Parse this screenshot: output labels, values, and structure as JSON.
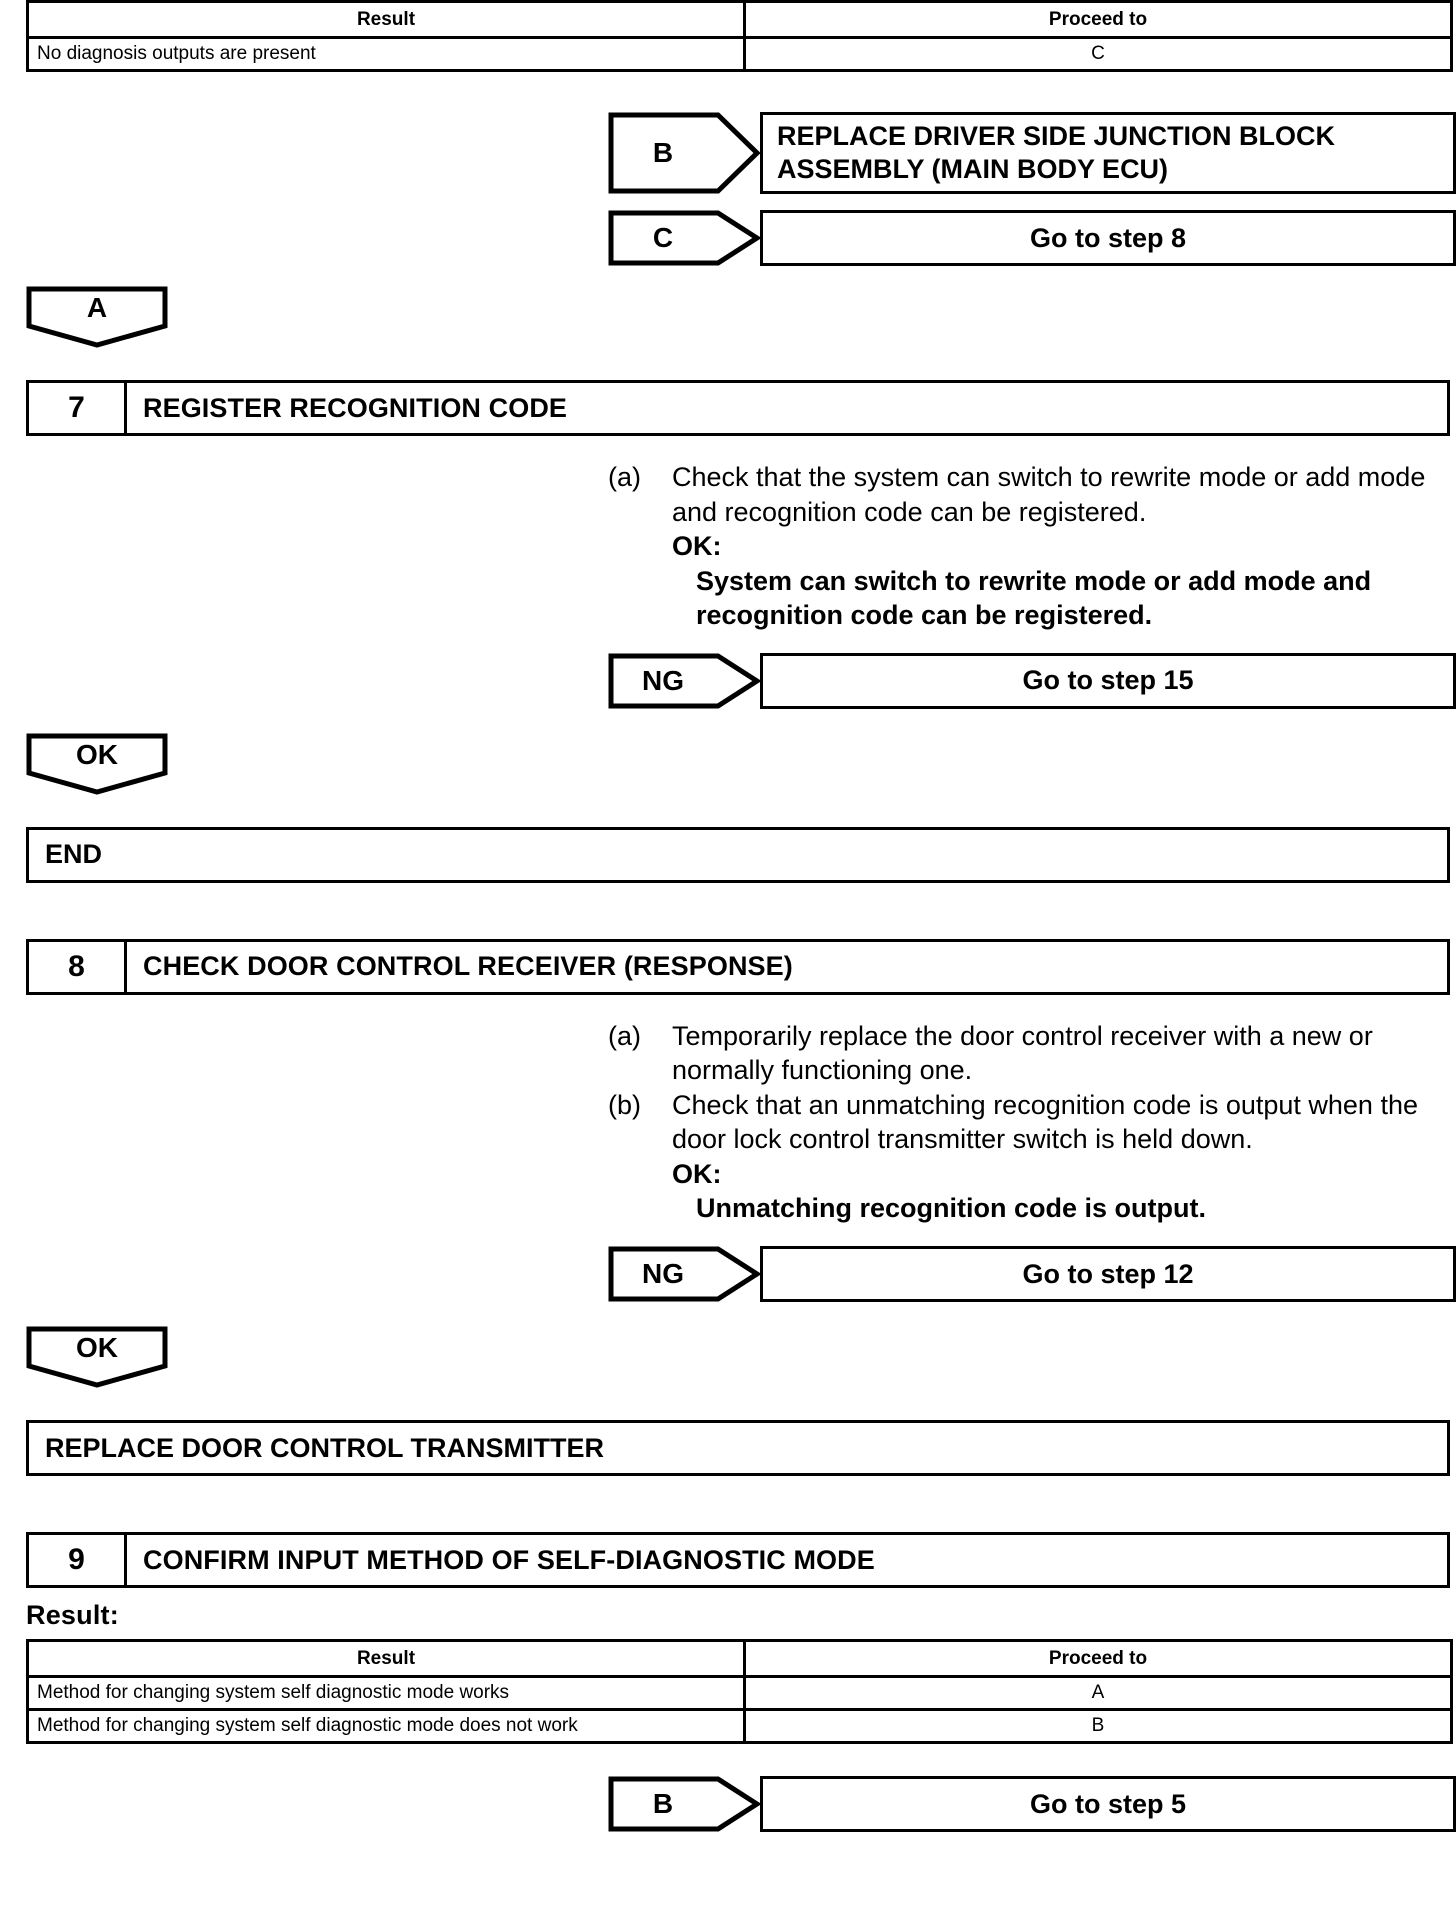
{
  "top_table": {
    "headers": [
      "Result",
      "Proceed to"
    ],
    "rows": [
      {
        "result": "No diagnosis outputs are present",
        "proceed": "C"
      }
    ]
  },
  "branch_b_top": {
    "tag": "B",
    "target_line1": "REPLACE DRIVER SIDE JUNCTION BLOCK",
    "target_line2": "ASSEMBLY (MAIN BODY ECU)"
  },
  "branch_c_top": {
    "tag": "C",
    "target": "Go to step 8"
  },
  "connector_a": {
    "label": "A"
  },
  "step7": {
    "number": "7",
    "title": "REGISTER RECOGNITION CODE",
    "items": [
      {
        "marker": "(a)",
        "text": "Check that the system can switch to rewrite mode or add mode and recognition code can be registered."
      }
    ],
    "ok_heading": "OK:",
    "ok_body": "System can switch to rewrite mode or add mode and recognition code can be registered.",
    "ng_tag": "NG",
    "ng_target": "Go to step 15",
    "ok_connector": "OK",
    "end_box": "END"
  },
  "step8": {
    "number": "8",
    "title": "CHECK DOOR CONTROL RECEIVER (RESPONSE)",
    "items": [
      {
        "marker": "(a)",
        "text": "Temporarily replace the door control receiver with a new or normally functioning one."
      },
      {
        "marker": "(b)",
        "text": "Check that an unmatching recognition code is output when the door lock control transmitter switch is held down."
      }
    ],
    "ok_heading": "OK:",
    "ok_body": "Unmatching recognition code is output.",
    "ng_tag": "NG",
    "ng_target": "Go to step 12",
    "ok_connector": "OK",
    "result_box": "REPLACE DOOR CONTROL TRANSMITTER"
  },
  "step9": {
    "number": "9",
    "title": "CONFIRM INPUT METHOD OF SELF-DIAGNOSTIC MODE",
    "result_caption": "Result:",
    "table": {
      "headers": [
        "Result",
        "Proceed to"
      ],
      "rows": [
        {
          "result": "Method for changing system self diagnostic mode works",
          "proceed": "A"
        },
        {
          "result": "Method for changing system self diagnostic mode does not work",
          "proceed": "B"
        }
      ]
    },
    "branch_b": {
      "tag": "B",
      "target": "Go to step 5"
    }
  }
}
